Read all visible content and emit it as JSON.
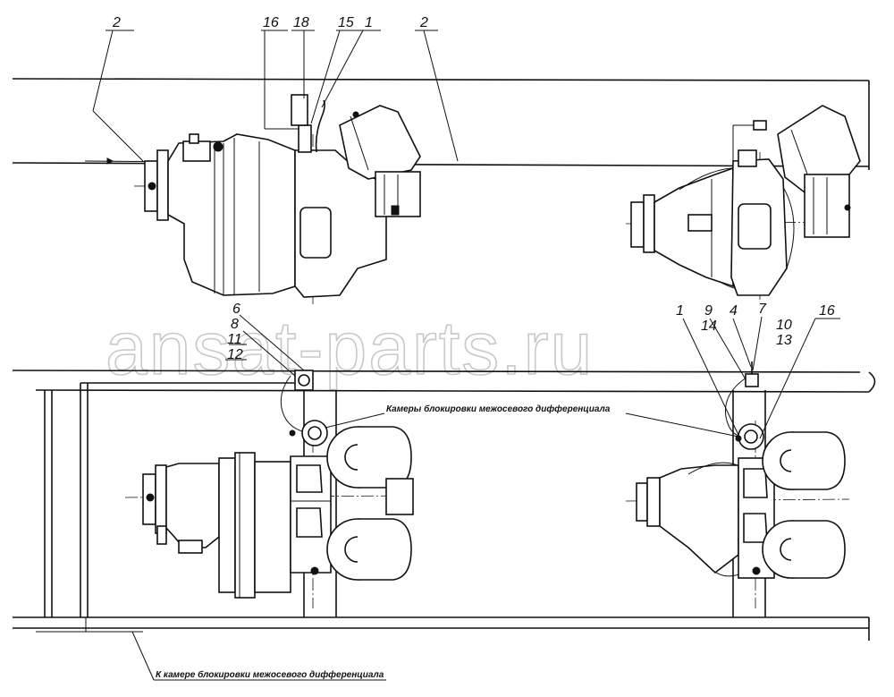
{
  "callouts": {
    "c1": "2",
    "c2": "16",
    "c3": "18",
    "c4": "15",
    "c5": "1",
    "c6": "2",
    "c7": "6",
    "c8": "8",
    "c9": "11",
    "c10": "12",
    "c11": "1",
    "c12": "9",
    "c13": "14",
    "c14": "4",
    "c15": "7",
    "c16": "10",
    "c17": "13",
    "c18": "16"
  },
  "captions": {
    "lock_chambers": "Камеры блокировки межосевого дифференциала",
    "to_lock_chamber": "К камере блокировки межосевого дифференциала"
  },
  "watermark": "ansat-parts.ru"
}
